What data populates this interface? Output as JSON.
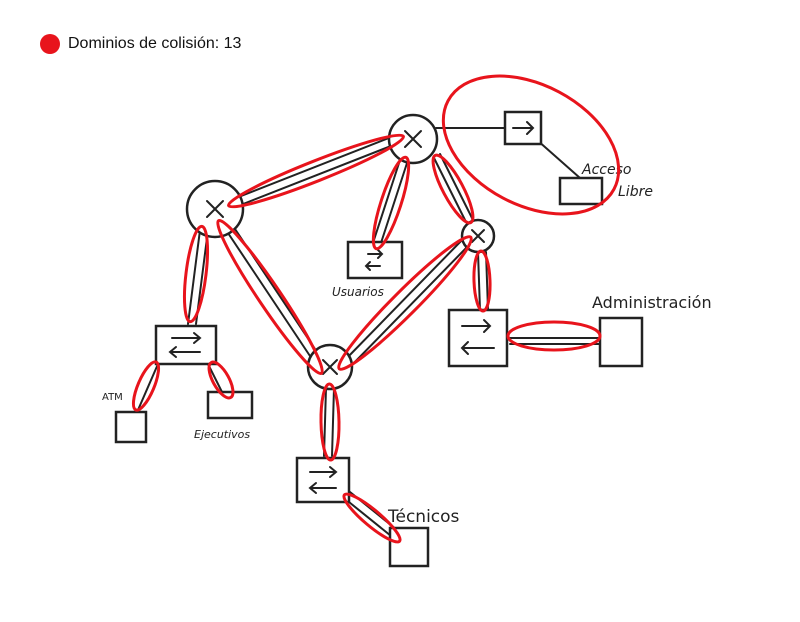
{
  "legend": {
    "color": "#e8141c",
    "label": "Dominios de colisión:",
    "count": "13"
  },
  "labels": {
    "acceso": "Acceso",
    "libre": "Libre",
    "usuarios": "Usuarios",
    "administracion": "Administración",
    "atm": "ATM",
    "ejecutivos": "Ejecutivos",
    "tecnicos": "Técnicos"
  },
  "symbols": {
    "router": "router-icon",
    "switch": "switch-icon",
    "host": "host-icon"
  },
  "colors": {
    "collision_domain": "#e8141c",
    "lines": "#222222"
  }
}
